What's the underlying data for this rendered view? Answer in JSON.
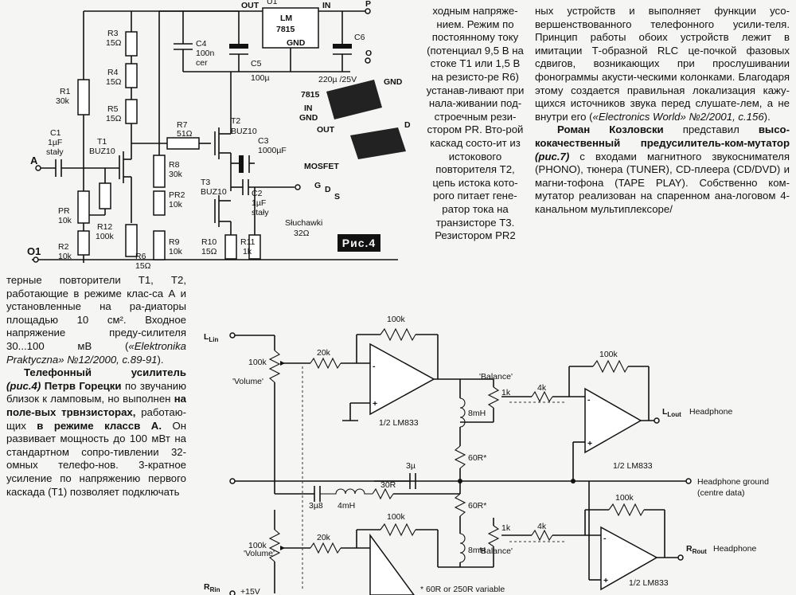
{
  "schematic1": {
    "labels": {
      "u1": "U1",
      "lm": "LM",
      "reg": "7815",
      "out": "OUT",
      "in": "IN",
      "gnd": "GND",
      "p": "P",
      "o": "O",
      "r3": "R3",
      "r3v": "15Ω",
      "r4": "R4",
      "r4v": "15Ω",
      "r5": "R5",
      "r5v": "15Ω",
      "r1": "R1",
      "r1v": "30k",
      "c1": "C1",
      "c1v": "1µF",
      "c1t": "stały",
      "c4": "C4",
      "c4v": "100n",
      "c4t": "cer",
      "c5": "C5",
      "c5v": "100µ",
      "c6": "C6",
      "c6v": "220µ /25V",
      "r7": "R7",
      "r7v": "51Ω",
      "t1": "T1",
      "t1v": "BUZ10",
      "t2": "T2",
      "t2v": "BUZ10",
      "c3": "C3",
      "c3v": "1000µF",
      "r8": "R8",
      "r8v": "30k",
      "pr2": "PR2",
      "pr2v": "10k",
      "t3": "T3",
      "t3v": "BUZ10",
      "c2": "C2",
      "c2v": "1µF",
      "c2t": "stały",
      "pr": "PR",
      "prv": "10k",
      "r12": "R12",
      "r12v": "100k",
      "r2": "R2",
      "r2v": "10k",
      "r6": "R6",
      "r6v": "15Ω",
      "r9": "R9",
      "r9v": "10k",
      "r10": "R10",
      "r10v": "15Ω",
      "r11": "R11",
      "r11v": "1k",
      "a": "A",
      "o1": "O1",
      "sl": "Słuchawki",
      "slv": "32Ω",
      "pkg_reg": "7815",
      "pkg_in": "IN",
      "pkg_gnd": "GND",
      "pkg_out": "OUT",
      "pkg_gnd2": "GND",
      "mosfet": "MOSFET",
      "g": "G",
      "d": "D",
      "s": "S",
      "d2": "D"
    },
    "badge": "Рис.4"
  },
  "text": {
    "mid_col": "ходным напряже-нием. Режим по постоянному току (потенциал 9,5 В на стоке Т1 или 1,5 В на резисто-ре R6) устанав-ливают при нала-живании под-строечным рези-стором PR. Вто-рой каскад состо-ит из истокового повторителя Т2, цепь истока кото-рого питает гене-ратор тока на транзисторе Т3. Резистором PR2",
    "right_p1": "ных устройств и выполняет функции усо-вершенствованного телефонного усили-теля. Принцип работы обоих устройств лежит в имитации Т-образной RLC це-почкой фазовых сдвигов, возникающих при прослушивании фонограммы акусти-ческими колонками. Благодаря этому создается правильная локализация кажу-щихся источников звука перед слушате-лем, а не внутри его (",
    "right_p1_ref": "«Electronics World» №2/2001, с.156",
    "right_p1_end": ").",
    "right_p2_author": "Роман Козловски",
    "right_p2_a": " представил ",
    "right_p2_bold": "высо-кокачественный предусилитель-ком-мутатор",
    "right_p2_ref": " (рис.7)",
    "right_p2_rest": " с входами магнитного звукоснимателя (PHONO), тюнера (TUNER), CD-плеера (CD/DVD) и магни-тофона (TAPE PLAY). Собственно ком-мутатор реализован на спаренном ана-логовом 4-канальном мультиплексоре/",
    "left_p1": "терные повторители Т1, Т2, работающие в режиме клас-са А и установленные на ра-диаторы площадью 10 см². Входное напряжение преду-силителя 30...100 мВ (",
    "left_p1_ref": "«Elektronika Praktyczna» №12/2000, с.89-91",
    "left_p1_end": ").",
    "left_p2_bold": "Телефонный усилитель",
    "left_p2_ref": " (рис.4)",
    "left_p2_author": " Петрв Горецки",
    "left_p2_a": " по звучанию близок к ламповым, но выполнен ",
    "left_p2_b1": "на поле-вых трвнзисторах,",
    "left_p2_c": " работаю-щих ",
    "left_p2_b2": "в режиме классв А.",
    "left_p2_d": " Он развивает мощность до 100 мВт на стандартном сопро-тивлении 32-омных телефо-нов. 3-кратное усиление по напряжению первого каскада (Т1) позволяет подключать"
  },
  "schematic2": {
    "labels": {
      "lin": "Lin",
      "rin": "Rin",
      "vol1": "'Volume'",
      "vol2": "'Volume'",
      "p100k_1": "100k",
      "p100k_2": "100k",
      "r20k_1": "20k",
      "r20k_2": "20k",
      "fb1": "100k",
      "fb2": "100k",
      "fb3": "100k",
      "fb4": "100k",
      "op1": "1/2 LM833",
      "op2": "1/2 LM833",
      "op3": "1/2 LM833",
      "bal1": "'Balance'",
      "bal2": "'Balance'",
      "k1a": "1k",
      "k1b": "1k",
      "k4a": "4k",
      "k4b": "4k",
      "mh8a": "8mH",
      "mh8b": "8mH",
      "r60a": "60R*",
      "r60b": "60R*",
      "c3u": "3µ",
      "r30": "30R",
      "c38": "3µ8",
      "l4": "4mH",
      "lout": "Lout",
      "lout_hp": "Headphone",
      "rout": "Rout",
      "rout_hp": "Headphone",
      "hg": "Headphone ground",
      "hg2": "(centre data)",
      "v15": "+15V",
      "note": "* 60R or 250R variable",
      "plus": "+",
      "minus": "-"
    }
  }
}
